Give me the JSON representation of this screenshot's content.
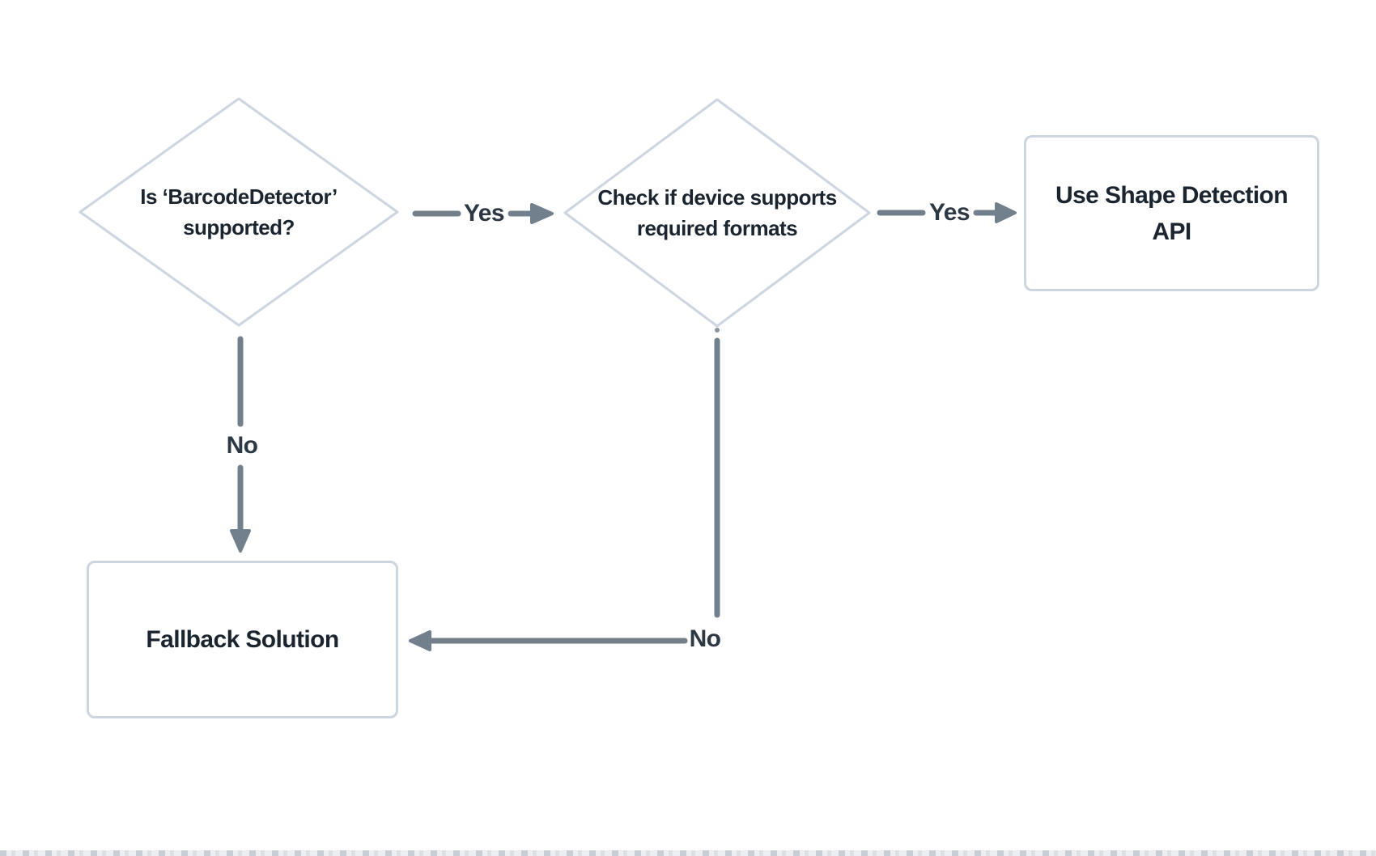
{
  "diagram": {
    "type": "flowchart",
    "background": "#ffffff",
    "nodes": [
      {
        "id": "barcode_supported",
        "shape": "decision",
        "label": "Is ‘BarcodeDetector’ supported?"
      },
      {
        "id": "device_formats",
        "shape": "decision",
        "label": "Check if device supports required formats"
      },
      {
        "id": "use_shape_api",
        "shape": "process",
        "label": "Use Shape Detection API"
      },
      {
        "id": "fallback",
        "shape": "process",
        "label": "Fallback Solution"
      }
    ],
    "edges": [
      {
        "from": "barcode_supported",
        "to": "device_formats",
        "label": "Yes"
      },
      {
        "from": "device_formats",
        "to": "use_shape_api",
        "label": "Yes"
      },
      {
        "from": "barcode_supported",
        "to": "fallback",
        "label": "No"
      },
      {
        "from": "device_formats",
        "to": "fallback",
        "label": "No"
      }
    ],
    "colors": {
      "node_border": "#ccd5e0",
      "node_fill": "#ffffff",
      "node_text": "#1a2530",
      "edge_line": "#72808e",
      "edge_label_text": "#2c3944"
    }
  }
}
